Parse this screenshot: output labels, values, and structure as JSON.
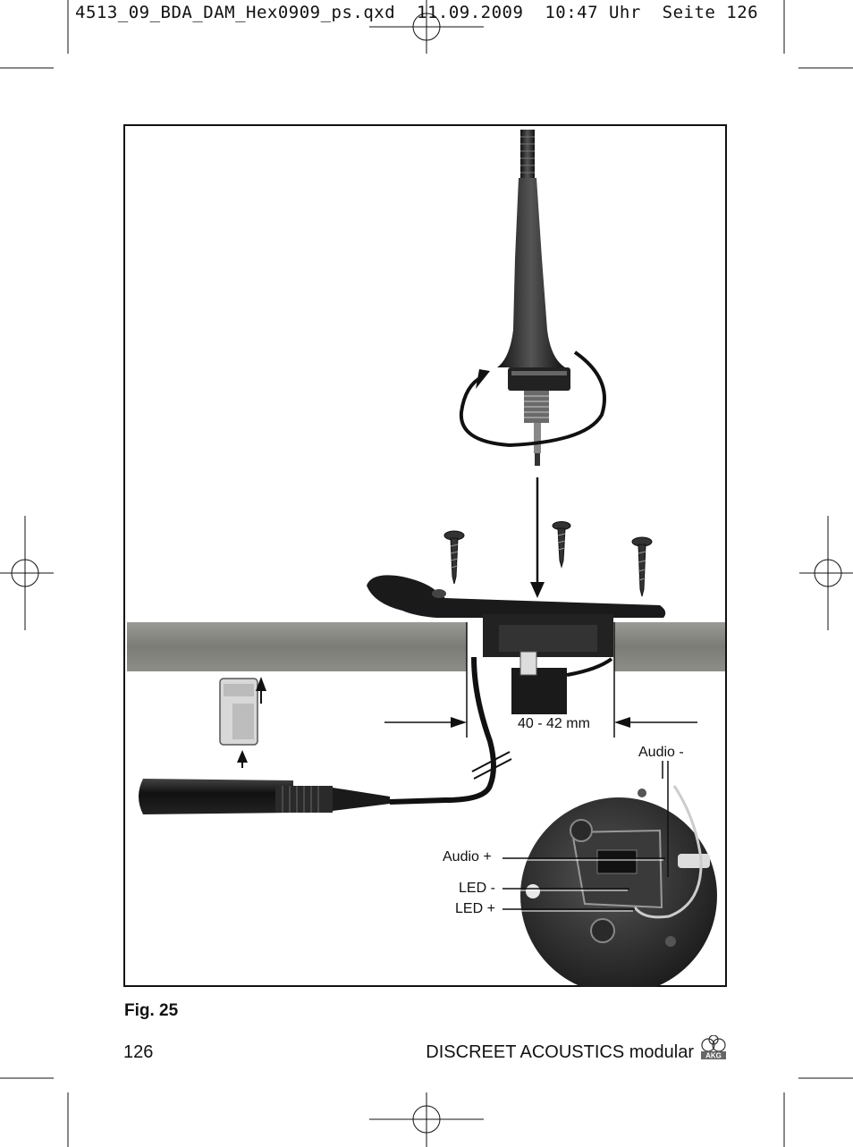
{
  "print_slug": "4513_09_BDA_DAM_Hex0909_ps.qxd  11.09.2009  10:47 Uhr  Seite 126",
  "figure": {
    "caption": "Fig. 25",
    "dimension_label": "40 - 42 mm",
    "wire_labels": {
      "audio_minus": "Audio -",
      "audio_plus": "Audio +",
      "led_minus": "LED -",
      "led_plus": "LED +"
    }
  },
  "footer": {
    "page_number": "126",
    "title": "DISCREET ACOUSTICS modular",
    "logo_text": "AKG"
  },
  "colors": {
    "ink": "#111111",
    "desk": "#8a8a84",
    "metal": "#2a2a2a"
  }
}
